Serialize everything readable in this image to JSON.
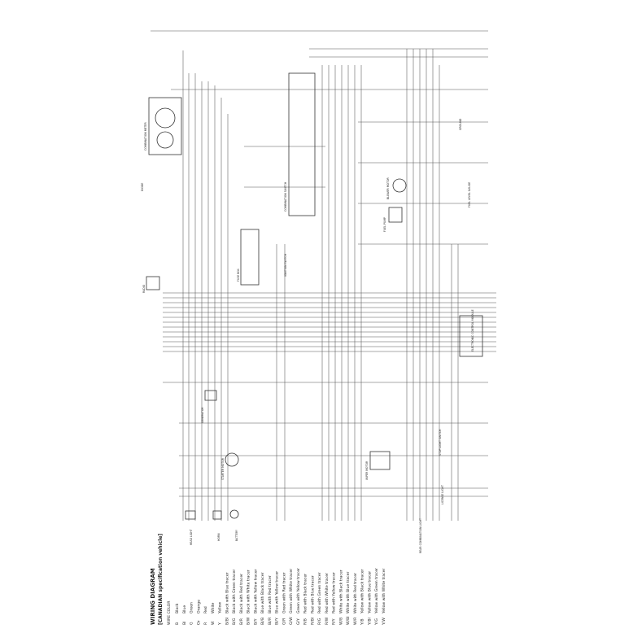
{
  "legend": {
    "title": "WIRING DIAGRAM",
    "subtitle": "[CANADIAN specification vehicle]",
    "wire_color_heading": "WIRE COLOR",
    "entries": [
      {
        "code": "B",
        "name": "Black"
      },
      {
        "code": "Bl",
        "name": "Blue"
      },
      {
        "code": "G",
        "name": "Green"
      },
      {
        "code": "Or",
        "name": "Orange"
      },
      {
        "code": "R",
        "name": "Red"
      },
      {
        "code": "W",
        "name": "White"
      },
      {
        "code": "Y",
        "name": "Yellow"
      },
      {
        "code": "B/Bl",
        "name": "Black with Blue tracer"
      },
      {
        "code": "B/G",
        "name": "Black with Green tracer"
      },
      {
        "code": "B/R",
        "name": "Black with Red tracer"
      },
      {
        "code": "B/W",
        "name": "Black with White tracer"
      },
      {
        "code": "B/Y",
        "name": "Black with Yellow tracer"
      },
      {
        "code": "Bl/B",
        "name": "Blue with Black tracer"
      },
      {
        "code": "Bl/R",
        "name": "Blue with Red tracer"
      },
      {
        "code": "Bl/Y",
        "name": "Blue with Yellow tracer"
      },
      {
        "code": "G/R",
        "name": "Green with Red tracer"
      },
      {
        "code": "G/W",
        "name": "Green with White tracer"
      },
      {
        "code": "G/Y",
        "name": "Green with Yellow tracer"
      },
      {
        "code": "R/B",
        "name": "Red with Black tracer"
      },
      {
        "code": "R/Bl",
        "name": "Red with Blue tracer"
      },
      {
        "code": "R/G",
        "name": "Red with Green tracer"
      },
      {
        "code": "R/W",
        "name": "Red with White tracer"
      },
      {
        "code": "R/Y",
        "name": "Red with Yellow tracer"
      },
      {
        "code": "W/B",
        "name": "White with Black tracer"
      },
      {
        "code": "W/Bl",
        "name": "White with Blue tracer"
      },
      {
        "code": "W/R",
        "name": "White with Red tracer"
      },
      {
        "code": "Y/B",
        "name": "Yellow with Black tracer"
      },
      {
        "code": "Y/Bl",
        "name": "Yellow with Blue tracer"
      },
      {
        "code": "Y/G",
        "name": "Yellow with Green tracer"
      },
      {
        "code": "Y/W",
        "name": "Yellow with White tracer"
      }
    ]
  },
  "components": {
    "combination_meter": "COMBINATION METER",
    "electronic_control_module": "ELECTRONIC CONTROL MODULE",
    "fuse_box": "FUSE BOX",
    "combination_switch": "COMBINATION SWITCH",
    "ignition_switch": "IGNITION SWITCH",
    "head_light": "HEAD LIGHT",
    "horn": "HORN",
    "battery": "BATTERY",
    "starter_motor": "STARTER MOTOR",
    "generator": "GENERATOR",
    "wiper_motor": "WIPER MOTOR",
    "blower_motor": "BLOWER MOTOR",
    "fuel_pump": "FUEL PUMP",
    "rear_combination_light": "REAR COMBINATION LIGHT",
    "license_light": "LICENSE LIGHT",
    "radio": "RADIO",
    "fuel_level_gauge": "FUEL LEVEL GAUGE",
    "stop_light_switch": "STOP LIGHT SWITCH",
    "diode": "DIODE",
    "ground": "GROUND"
  }
}
